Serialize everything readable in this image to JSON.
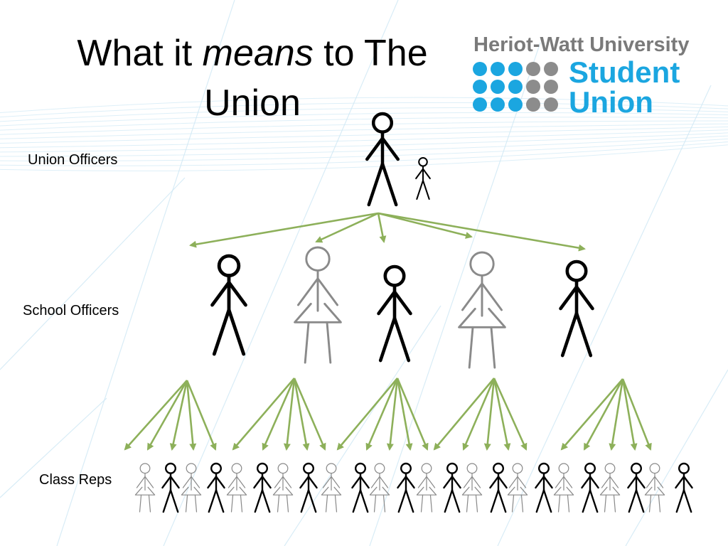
{
  "slide": {
    "title_part1": "What it ",
    "title_emph": "means",
    "title_part2": " to The",
    "title_line2": "Union"
  },
  "logo": {
    "line1": "Heriot-Watt University",
    "line2": "Student",
    "line3": "Union",
    "colors": {
      "blue": "#1ba6e0",
      "gray": "#8c8c8c",
      "text_gray": "#7a7a7a"
    }
  },
  "levels": [
    {
      "label": "Union Officers",
      "figures": 2
    },
    {
      "label": "School Officers",
      "figures": 5
    },
    {
      "label": "Class Reps",
      "figures": 24
    }
  ],
  "colors": {
    "arrow": "#8db05a",
    "figure_dark": "#000000",
    "figure_light": "#8a8a8a",
    "background_lines": "#cfe8f5"
  }
}
